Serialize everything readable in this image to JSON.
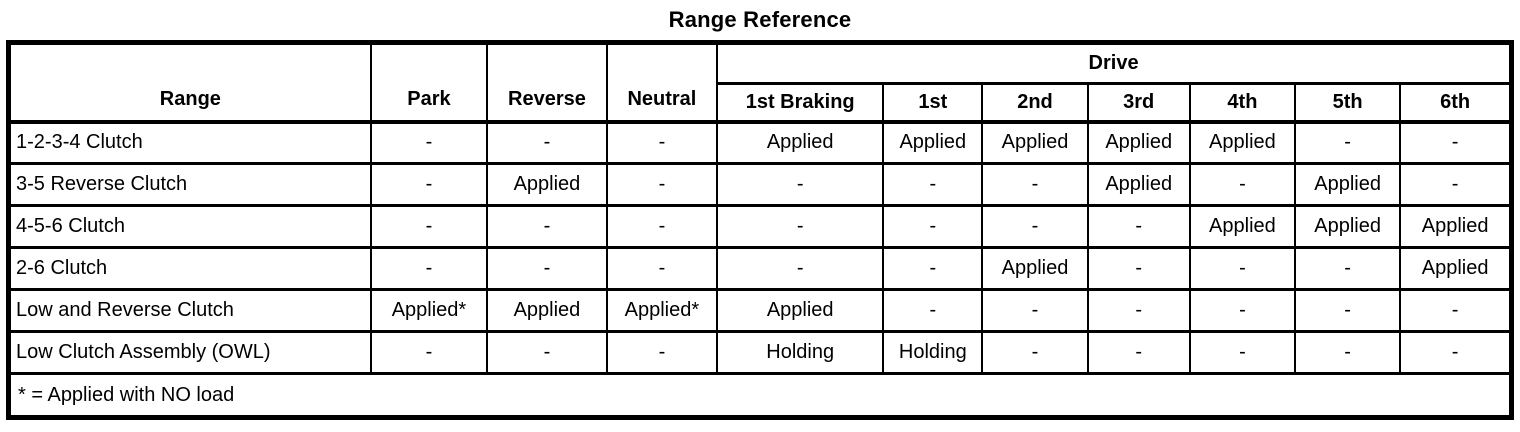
{
  "title": "Range Reference",
  "table": {
    "range_header": "Range",
    "fixed_columns": [
      "Park",
      "Reverse",
      "Neutral"
    ],
    "drive_header": "Drive",
    "drive_columns": [
      "1st Braking",
      "1st",
      "2nd",
      "3rd",
      "4th",
      "5th",
      "6th"
    ],
    "rows": [
      {
        "label": "1-2-3-4 Clutch",
        "cells": [
          "-",
          "-",
          "-",
          "Applied",
          "Applied",
          "Applied",
          "Applied",
          "Applied",
          "-",
          "-"
        ]
      },
      {
        "label": "3-5 Reverse Clutch",
        "cells": [
          "-",
          "Applied",
          "-",
          "-",
          "-",
          "-",
          "Applied",
          "-",
          "Applied",
          "-"
        ]
      },
      {
        "label": "4-5-6 Clutch",
        "cells": [
          "-",
          "-",
          "-",
          "-",
          "-",
          "-",
          "-",
          "Applied",
          "Applied",
          "Applied"
        ]
      },
      {
        "label": "2-6 Clutch",
        "cells": [
          "-",
          "-",
          "-",
          "-",
          "-",
          "Applied",
          "-",
          "-",
          "-",
          "Applied"
        ]
      },
      {
        "label": "Low and Reverse Clutch",
        "cells": [
          "Applied*",
          "Applied",
          "Applied*",
          "Applied",
          "-",
          "-",
          "-",
          "-",
          "-",
          "-"
        ]
      },
      {
        "label": "Low Clutch Assembly (OWL)",
        "cells": [
          "-",
          "-",
          "-",
          "Holding",
          "Holding",
          "-",
          "-",
          "-",
          "-",
          "-"
        ]
      }
    ],
    "footnote": "* = Applied with NO load",
    "colors": {
      "border": "#000000",
      "background": "#ffffff",
      "text": "#000000"
    }
  }
}
